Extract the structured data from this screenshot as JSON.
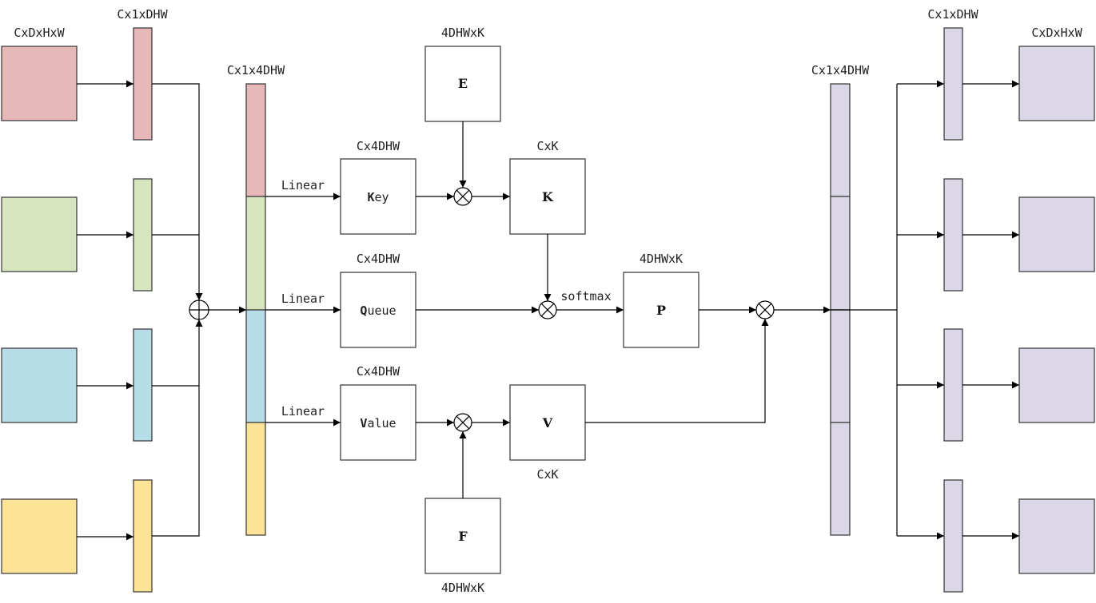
{
  "colors": {
    "red": "#e6b8b7",
    "green": "#d7e4bd",
    "blue": "#b7dde8",
    "yellow": "#fde396",
    "purple": "#dcd7e6"
  },
  "labels": {
    "input_dims": "CxDxHxW",
    "flat_dims_left": "Cx1xDHW",
    "concat_dims_left": "Cx1x4DHW",
    "e_dims": "4DHWxK",
    "key_dims": "Cx4DHW",
    "k_dims": "CxK",
    "queue_dims": "Cx4DHW",
    "p_dims": "4DHWxK",
    "value_dims": "Cx4DHW",
    "v_dims": "CxK",
    "f_dims": "4DHWxK",
    "concat_dims_right": "Cx1x4DHW",
    "flat_dims_right": "Cx1xDHW",
    "output_dims": "CxDxHxW",
    "linear_key": "Linear",
    "linear_queue": "Linear",
    "linear_value": "Linear",
    "softmax": "softmax"
  },
  "boxes": {
    "e": "E",
    "k": "K",
    "p": "P",
    "v": "V",
    "f": "F",
    "key": {
      "initial": "K",
      "rest": "ey"
    },
    "queue": {
      "initial": "Q",
      "rest": "ueue"
    },
    "value": {
      "initial": "V",
      "rest": "alue"
    }
  }
}
